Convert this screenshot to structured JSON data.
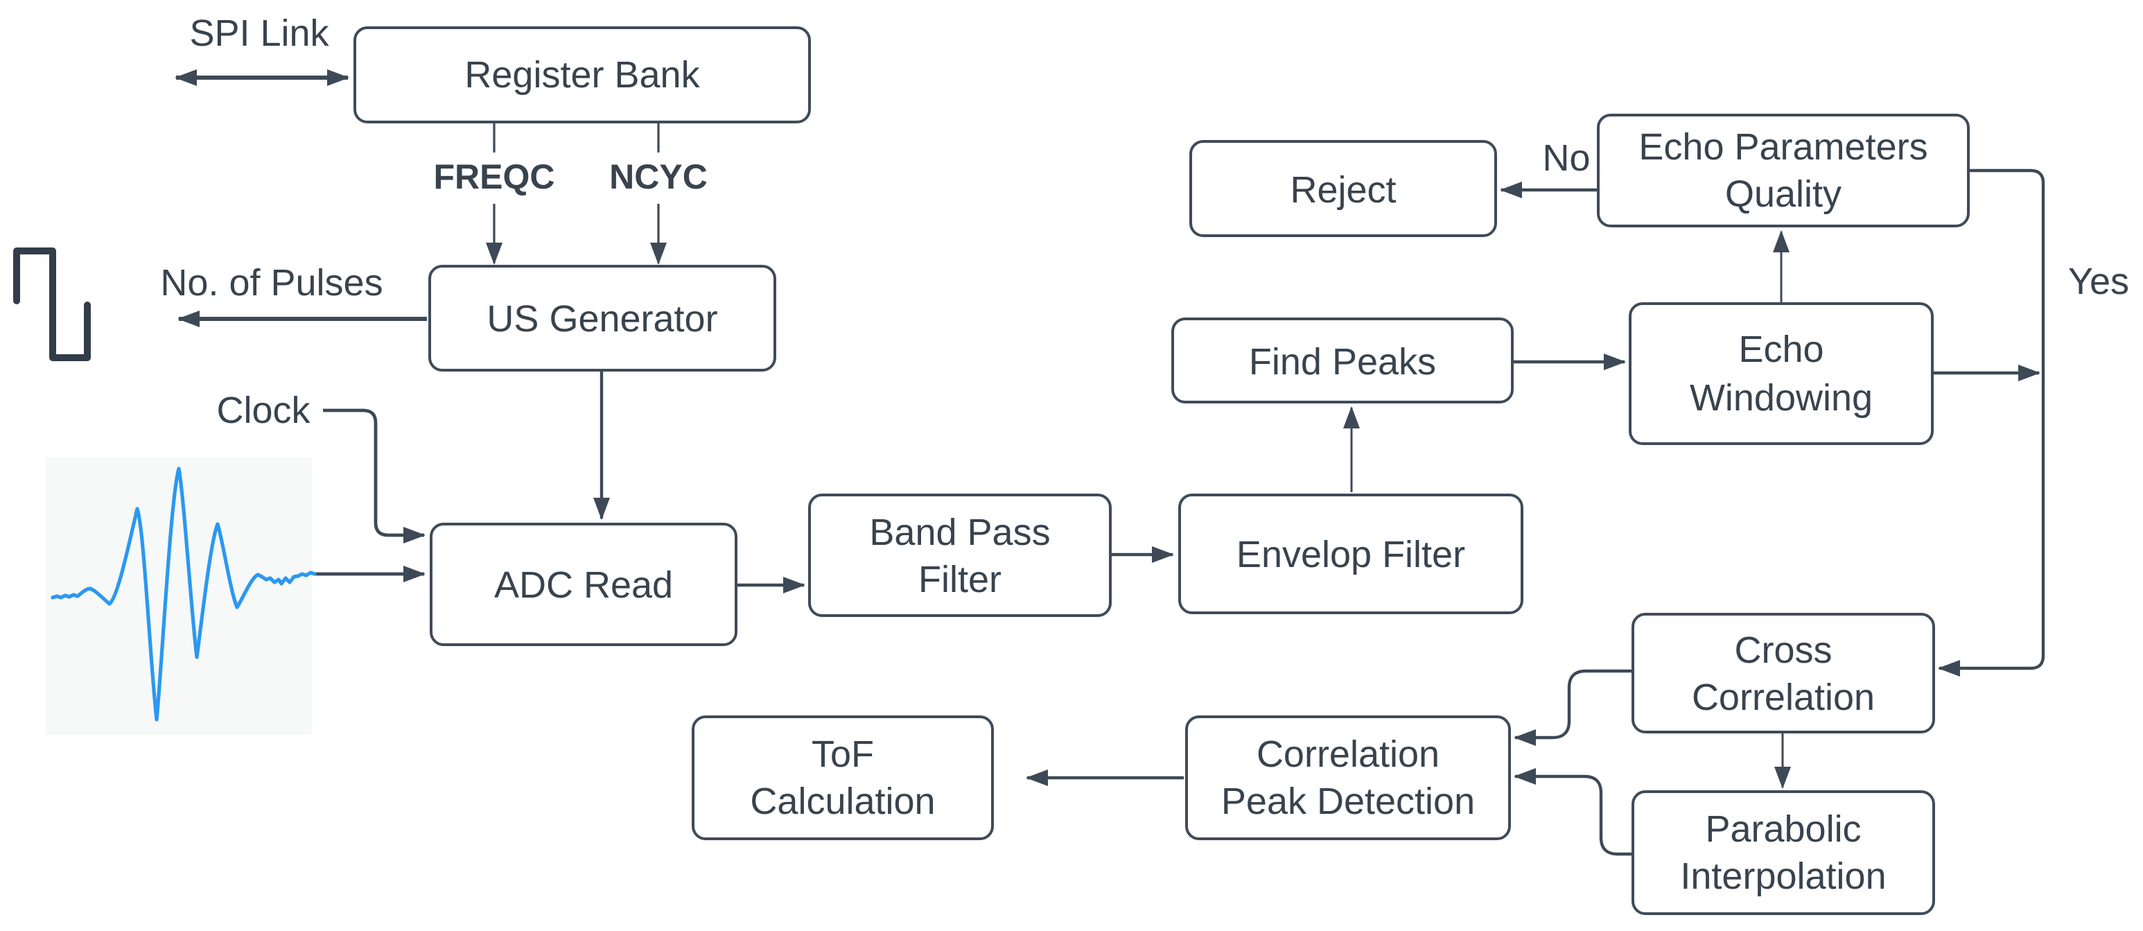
{
  "diagram": {
    "type": "flowchart",
    "description": "Ultrasonic time-of-flight signal processing block diagram"
  },
  "colors": {
    "line": "#3e4957",
    "text": "#39434e",
    "box_stroke": "#404b59",
    "box_fill": "#ffffff",
    "waveform": "#2b98f0",
    "waveform_bg": "#f7f8f8",
    "background": "#ffffff"
  },
  "nodes": {
    "register_bank": {
      "label": "Register Bank"
    },
    "us_generator": {
      "label": "US Generator"
    },
    "adc_read": {
      "label": "ADC Read"
    },
    "band_pass_filter": {
      "line1": "Band Pass",
      "line2": "Filter"
    },
    "envelop_filter": {
      "label": "Envelop Filter"
    },
    "find_peaks": {
      "label": "Find Peaks"
    },
    "echo_windowing": {
      "line1": "Echo",
      "line2": "Windowing"
    },
    "echo_parameters_quality": {
      "line1": "Echo Parameters",
      "line2": "Quality"
    },
    "reject": {
      "label": "Reject"
    },
    "cross_correlation": {
      "line1": "Cross",
      "line2": "Correlation"
    },
    "parabolic_interpolation": {
      "line1": "Parabolic",
      "line2": "Interpolation"
    },
    "correlation_peak_detection": {
      "line1": "Correlation",
      "line2": "Peak Detection"
    },
    "tof_calculation": {
      "line1": "ToF",
      "line2": "Calculation"
    }
  },
  "labels": {
    "spi_link": "SPI Link",
    "freqc": "FREQC",
    "ncyc": "NCYC",
    "no_of_pulses": "No. of Pulses",
    "clock": "Clock",
    "no": "No",
    "yes": "Yes"
  },
  "icons": {
    "pulse_train": "square-wave-icon",
    "echo_signal": "echo-waveform-icon"
  }
}
